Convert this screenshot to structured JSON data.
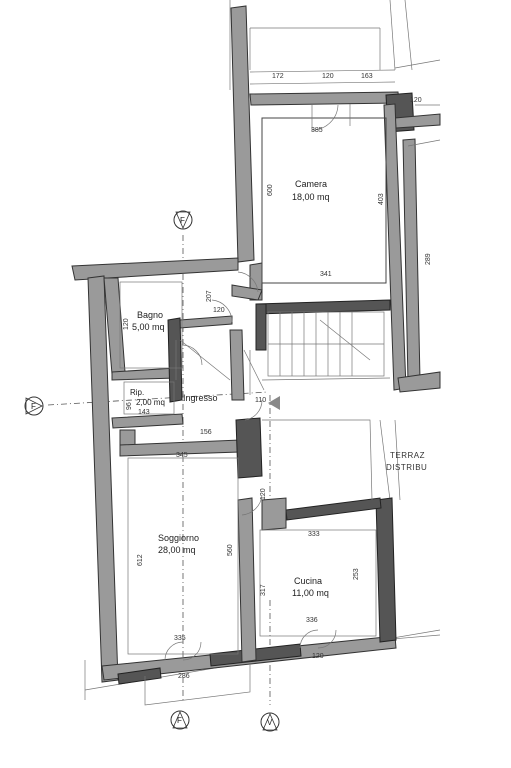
{
  "rooms": {
    "camera": {
      "name": "Camera",
      "area": "18,00 mq"
    },
    "bagno": {
      "name": "Bagno",
      "area": "5,00 mq"
    },
    "rip": {
      "name": "Rip.",
      "area": "2,00 mq"
    },
    "ingresso": {
      "name": "Ingresso"
    },
    "soggiorno": {
      "name": "Soggiorno",
      "area": "28,00 mq"
    },
    "cucina": {
      "name": "Cucina",
      "area": "11,00 mq"
    }
  },
  "terrace_label": [
    "TERRAZ",
    "DISTRIBU"
  ],
  "dimensions": {
    "top_a": "172",
    "top_b": "120",
    "top_c": "163",
    "top_d": "120",
    "camera_top": "385",
    "camera_left": "600",
    "camera_right": "403",
    "camera_bottom": "341",
    "right_side": "289",
    "bagno_a": "120",
    "bagno_b": "120",
    "bagno_c": "207",
    "rip_a": "96",
    "rip_b": "143",
    "ingresso_a": "156",
    "ingresso_b": "110",
    "sogg_top": "345",
    "sogg_left": "612",
    "sogg_mid": "560",
    "sogg_bottom": "335",
    "cucina_top": "333",
    "cucina_left": "317",
    "cucina_right": "253",
    "cucina_bottom": "336",
    "small_a": "286",
    "small_b": "120",
    "small_c": "120"
  },
  "section_markers": {
    "f_top": "F",
    "f_left": "F",
    "f_bottom": "F",
    "v_bottom": "V"
  }
}
